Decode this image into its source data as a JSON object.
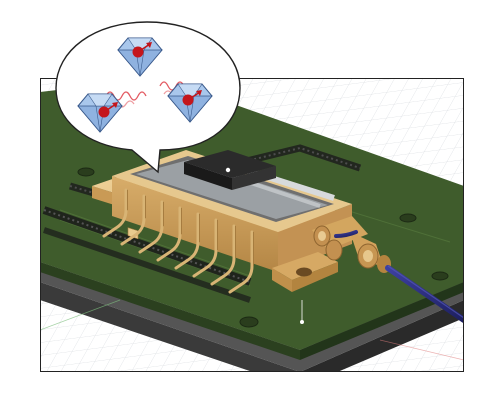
{
  "image": {
    "subject": "3d-cad-render-photonic-module",
    "viewport_bg": "#ffffff",
    "grid_color": "#d6d9dd",
    "board_color": "#3e5a2b",
    "board_dark": "#2c4220",
    "base_color": "#4a4a4a",
    "base_dark": "#2e2e2e",
    "gold": "#d9b068",
    "gold_dark": "#b8894a",
    "gold_light": "#ebcf96",
    "fiber_color": "#2c2f86",
    "bubble_stroke": "#222222",
    "diamond_fill": "#a9c6ea",
    "diamond_stroke": "#3a5a8c",
    "spin_dot": "#c4161c",
    "wave_color": "#e0505a"
  },
  "callout": {
    "crystals": 3,
    "spin_arrows": 3,
    "coupling_waves": 2
  }
}
